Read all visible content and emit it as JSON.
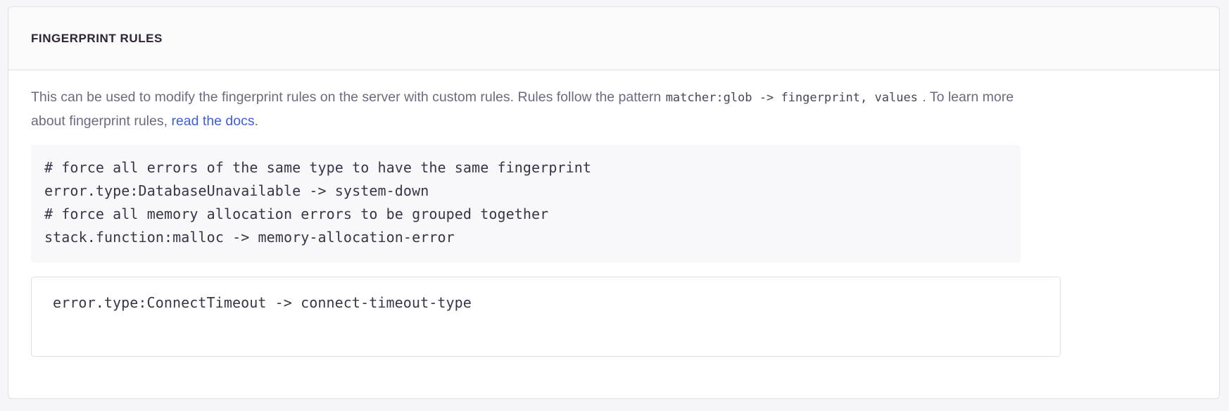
{
  "panel": {
    "title": "FINGERPRINT RULES",
    "description": {
      "part1": "This can be used to modify the fingerprint rules on the server with custom rules. Rules follow the pattern ",
      "code1": "matcher:glob -> fingerprint, values",
      "part2": " . To learn more about fingerprint rules, ",
      "link_text": "read the docs",
      "part3": "."
    },
    "example_code": {
      "lines": [
        "# force all errors of the same type to have the same fingerprint",
        "error.type:DatabaseUnavailable -> system-down",
        "# force all memory allocation errors to be grouped together",
        "stack.function:malloc -> memory-allocation-error"
      ]
    },
    "rules_field": {
      "value": "error.type:ConnectTimeout -> connect-timeout-type",
      "placeholder": ""
    }
  },
  "colors": {
    "page_background": "#f6f6f9",
    "panel_background": "#ffffff",
    "panel_header_background": "#fafafa",
    "border": "#dfdee6",
    "title_text": "#2f2436",
    "description_text": "#6d6a80",
    "link": "#3f5ddb",
    "code_text": "#3b3448",
    "code_block_background": "#f8f8fa"
  }
}
